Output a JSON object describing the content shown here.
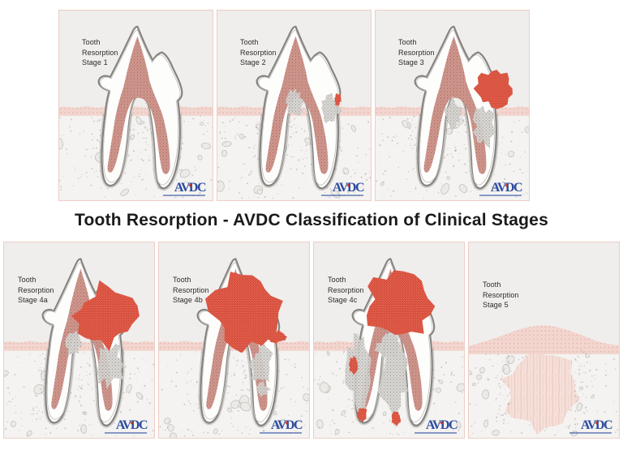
{
  "title": "Tooth Resorption - AVDC Classification of Clinical Stages",
  "logo": {
    "text": "AVDC"
  },
  "colors": {
    "panel_bg": "#efeeec",
    "panel_border": "#edcdc5",
    "bone_bg": "#f4f3f1",
    "gum_pink": "#f2d5ce",
    "gum_dot": "#dfa89b",
    "pulp_base": "#cf968d",
    "pulp_dot": "#a5685f",
    "lesion_red": "#d84a36",
    "lesion_gray": "#d8d6d3",
    "lesion_gray_dot": "#93908c",
    "tooth_outline": "#85827f",
    "tooth_fill": "#fdfdfc",
    "logo_blue": "#2e4da0",
    "logo_accent_red": "#c0392b",
    "label_color": "#2a2a2a",
    "title_color": "#1a1a1a"
  },
  "panels": [
    {
      "stage": "1",
      "label_lines": [
        "Tooth",
        "Resorption",
        "Stage 1"
      ]
    },
    {
      "stage": "2",
      "label_lines": [
        "Tooth",
        "Resorption",
        "Stage 2"
      ]
    },
    {
      "stage": "3",
      "label_lines": [
        "Tooth",
        "Resorption",
        "Stage 3"
      ]
    },
    {
      "stage": "4a",
      "label_lines": [
        "Tooth",
        "Resorption",
        "Stage 4a"
      ]
    },
    {
      "stage": "4b",
      "label_lines": [
        "Tooth",
        "Resorption",
        "Stage 4b"
      ]
    },
    {
      "stage": "4c",
      "label_lines": [
        "Tooth",
        "Resorption",
        "Stage 4c"
      ]
    },
    {
      "stage": "5",
      "label_lines": [
        "Tooth",
        "Resorption",
        "Stage 5"
      ]
    }
  ]
}
